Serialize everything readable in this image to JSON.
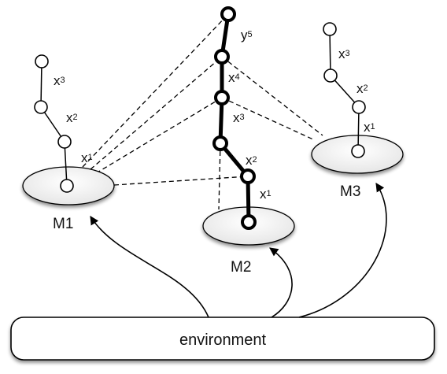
{
  "models": [
    {
      "id": "M1",
      "label": "M1",
      "chain": [
        {
          "var": "x",
          "sub": "1"
        },
        {
          "var": "x",
          "sub": "2"
        },
        {
          "var": "x",
          "sub": "3"
        }
      ]
    },
    {
      "id": "M2",
      "label": "M2",
      "chain": [
        {
          "var": "x",
          "sub": "1"
        },
        {
          "var": "x",
          "sub": "2"
        },
        {
          "var": "x",
          "sub": "3"
        },
        {
          "var": "x",
          "sub": "4"
        },
        {
          "var": "y",
          "sub": "5"
        }
      ]
    },
    {
      "id": "M3",
      "label": "M3",
      "chain": [
        {
          "var": "x",
          "sub": "1"
        },
        {
          "var": "x",
          "sub": "2"
        },
        {
          "var": "x",
          "sub": "3"
        }
      ]
    }
  ],
  "environment": {
    "label": "environment"
  },
  "colors": {
    "stroke": "#000000",
    "ellipse_fill": "#f3f3f3",
    "background": "#ffffff"
  }
}
